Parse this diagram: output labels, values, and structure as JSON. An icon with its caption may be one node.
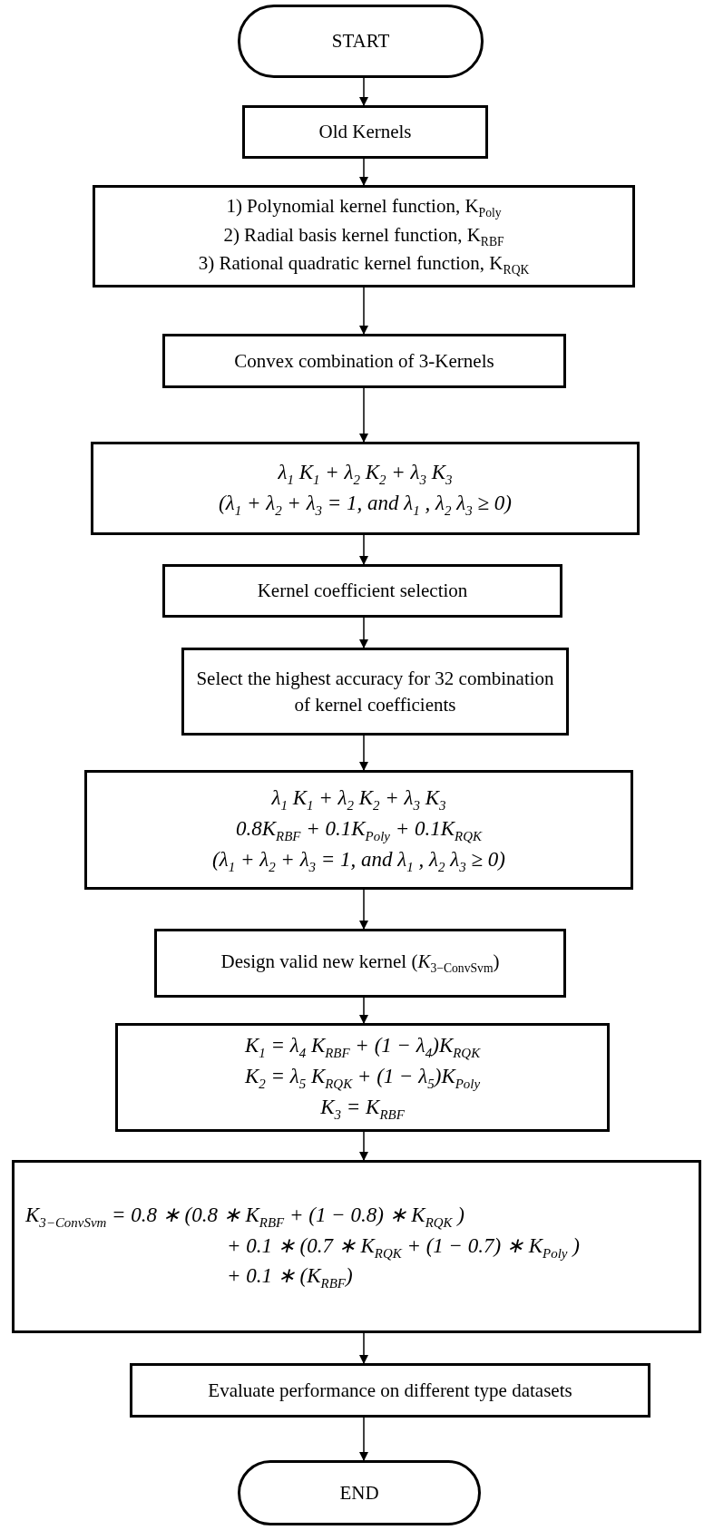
{
  "diagram": {
    "nodes": [
      {
        "text": [
          "START"
        ]
      },
      {
        "text": [
          "Old Kernels"
        ]
      },
      {
        "text": [
          "1) Polynomial kernel function, K$_{Poly}$",
          "2) Radial basis kernel function, K$_{RBF}$",
          "3) Rational quadratic kernel function, K$_{RQK}$"
        ]
      },
      {
        "text": [
          "Convex combination of 3-Kernels"
        ]
      },
      {
        "text": [
          "λ$_{1}$ K$_{1}$ + λ$_{2}$ K$_{2}$ + λ$_{3}$ K$_{3}$",
          "(λ$_{1}$ + λ$_{2}$ + λ$_{3}$ = 1, and λ$_{1}$ , λ$_{2}$ λ$_{3}$ ≥ 0)"
        ]
      },
      {
        "text": [
          "Kernel coefficient selection"
        ]
      },
      {
        "text": [
          "Select the highest accuracy for 32 combination of kernel coefficients"
        ]
      },
      {
        "text": [
          "λ$_{1}$ K$_{1}$ + λ$_{2}$ K$_{2}$ + λ$_{3}$ K$_{3}$",
          "0.8K$_{RBF}$ + 0.1K$_{Poly}$ + 0.1K$_{RQK}$",
          "(λ$_{1}$ + λ$_{2}$ + λ$_{3}$ = 1, and λ$_{1}$ , λ$_{2}$ λ$_{3}$ ≥ 0)"
        ]
      },
      {
        "text": [
          "Design valid new kernel (*K*$_{3−ConvSvm}$)"
        ]
      },
      {
        "text": [
          "K$_{1}$ = λ$_{4}$ K$_{RBF}$ + (1 − λ$_{4}$)K$_{RQK}$",
          "K$_{2}$ = λ$_{5}$ K$_{RQK}$ + (1 − λ$_{5}$)K$_{Poly}$",
          "K$_{3}$ = K$_{RBF}$"
        ]
      },
      {
        "text": [
          "K$_{3−ConvSvm}$ = 0.8 ∗ (0.8 ∗ K$_{RBF}$ + (1 − 0.8) ∗ K$_{RQK}$ )",
          "+ 0.1 ∗ (0.7 ∗ K$_{RQK}$ + (1 − 0.7) ∗ K$_{Poly}$ )",
          "+ 0.1 ∗ (K$_{RBF}$)"
        ]
      },
      {
        "text": [
          "Evaluate performance on different type datasets"
        ]
      },
      {
        "text": [
          "END"
        ]
      }
    ],
    "edges": [
      {
        "from": 0,
        "to": 1,
        "arrow": "to"
      },
      {
        "from": 1,
        "to": 2,
        "arrow": "to"
      },
      {
        "from": 2,
        "to": 3,
        "arrow": "to"
      },
      {
        "from": 3,
        "to": 4,
        "arrow": "to"
      },
      {
        "from": 4,
        "to": 5,
        "arrow": "to"
      },
      {
        "from": 5,
        "to": 6,
        "arrow": "to"
      },
      {
        "from": 6,
        "to": 7,
        "arrow": "to"
      },
      {
        "from": 7,
        "to": 8,
        "arrow": "to"
      },
      {
        "from": 8,
        "to": 9,
        "arrow": "to"
      },
      {
        "from": 9,
        "to": 10,
        "arrow": "to"
      },
      {
        "from": 10,
        "to": 11,
        "arrow": "to"
      },
      {
        "from": 11,
        "to": 12,
        "arrow": "to"
      }
    ]
  }
}
